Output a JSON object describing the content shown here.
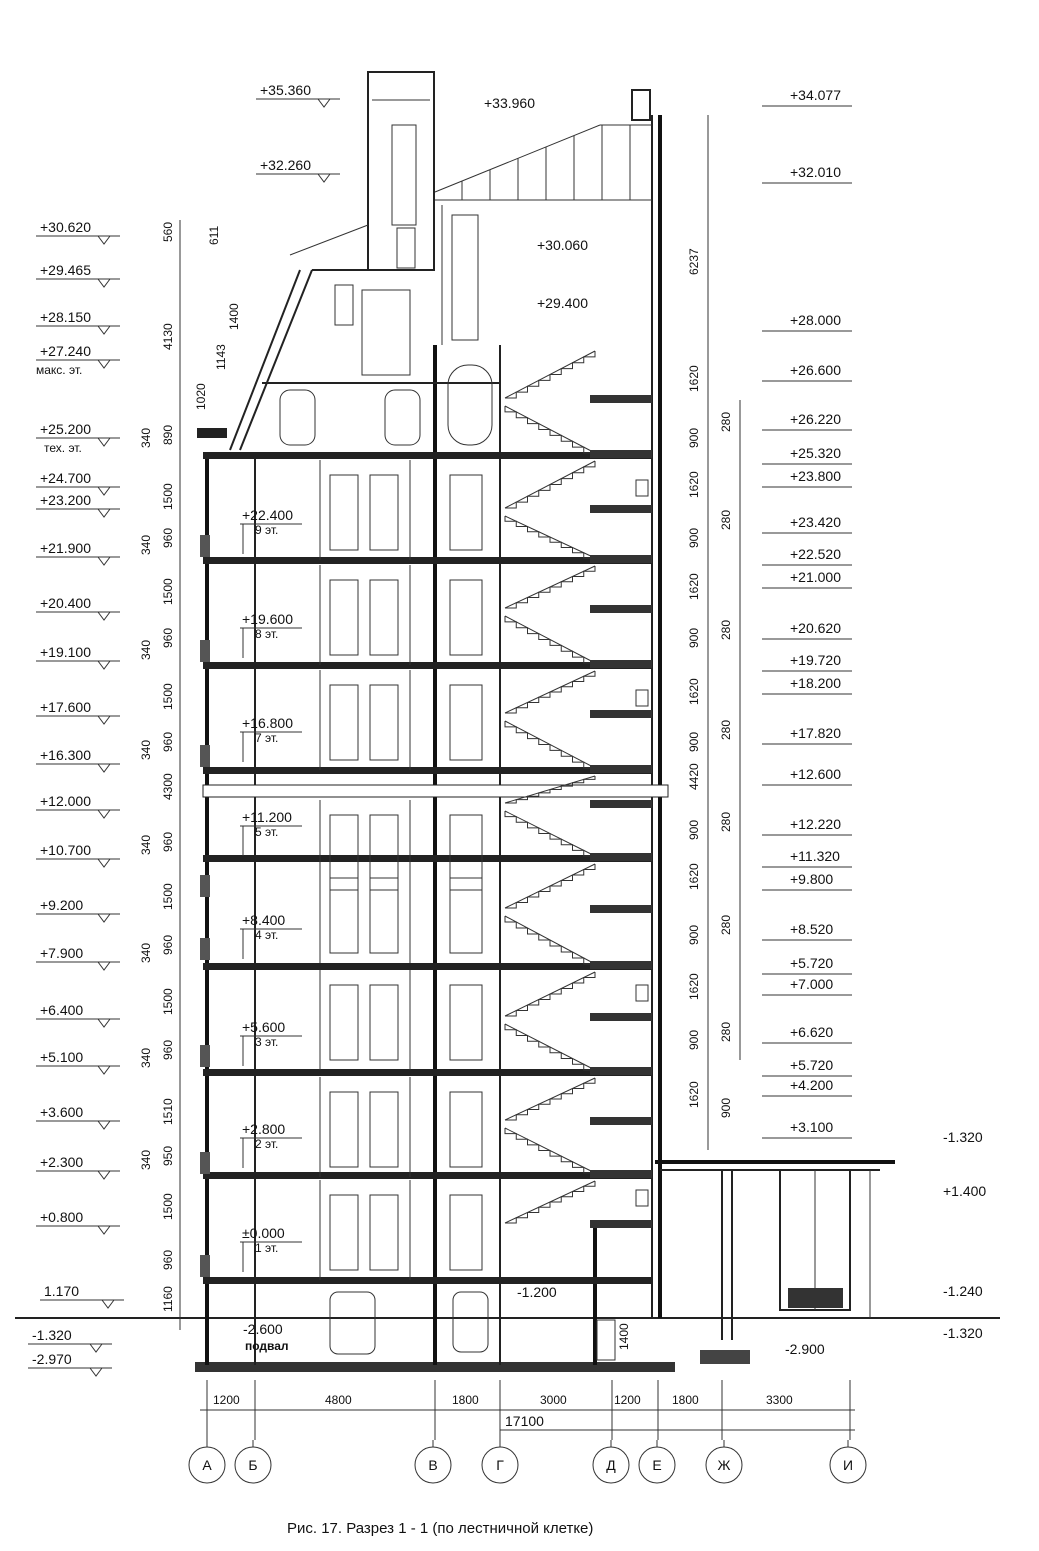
{
  "caption": "Рис. 17.  Разрез 1 - 1  (по лестничной клетке)",
  "left_elevations": [
    "+35.360",
    "+32.260",
    "+30.620",
    "+29.465",
    "+28.150",
    "+27.240",
    "+25.200",
    "+24.700",
    "+23.200",
    "+21.900",
    "+20.400",
    "+19.100",
    "+17.600",
    "+16.300",
    "+12.000",
    "+10.700",
    "+9.200",
    "+7.900",
    "+6.400",
    "+5.100",
    "+3.600",
    "+2.300",
    "+0.800",
    "1.170",
    "-1.320",
    "-2.970"
  ],
  "left_notes": {
    "max_floor": "макс. эт.",
    "tech_floor": "тех. эт."
  },
  "right_elevations": [
    "+34.077",
    "+32.010",
    "+28.000",
    "+26.600",
    "+26.220",
    "+25.320",
    "+23.800",
    "+23.420",
    "+22.520",
    "+21.000",
    "+20.620",
    "+19.720",
    "+18.200",
    "+17.820",
    "+12.600",
    "+12.220",
    "+11.320",
    "+9.800",
    "+8.520",
    "+5.720",
    "+7.000",
    "+6.620",
    "+5.720",
    "+4.200",
    "+3.100"
  ],
  "interior_elevations": [
    "+33.960",
    "+30.060",
    "+29.400",
    "-1.200",
    "-2.900"
  ],
  "outer_right_elevations": [
    "-1.320",
    "+1.400",
    "-1.240",
    "-1.320"
  ],
  "floors": [
    {
      "level": "+22.400",
      "name": "9 эт."
    },
    {
      "level": "+19.600",
      "name": "8 эт."
    },
    {
      "level": "+16.800",
      "name": "7 эт."
    },
    {
      "level": "+11.200",
      "name": "5 эт."
    },
    {
      "level": "+8.400",
      "name": "4 эт."
    },
    {
      "level": "+5.600",
      "name": "3 эт."
    },
    {
      "level": "+2.800",
      "name": "2 эт."
    },
    {
      "level": "±0.000",
      "name": "1 эт."
    }
  ],
  "basement": {
    "level": "-2.600",
    "name": "подвал"
  },
  "left_dims": [
    "560",
    "4130",
    "340",
    "890",
    "1500",
    "340",
    "960",
    "1500",
    "340",
    "960",
    "1500",
    "340",
    "960",
    "4300",
    "340",
    "960",
    "1500",
    "340",
    "960",
    "1500",
    "340",
    "960",
    "1510",
    "340",
    "950",
    "1500",
    "960",
    "1160"
  ],
  "roof_dims": [
    "611",
    "1400",
    "1143",
    "1020"
  ],
  "right_dims": [
    "6237",
    "1620",
    "900",
    "280",
    "1620",
    "900",
    "280",
    "1620",
    "900",
    "280",
    "1620",
    "900",
    "280",
    "4420",
    "900",
    "280",
    "1620",
    "900",
    "280",
    "1620",
    "900",
    "280",
    "1620",
    "900",
    "1400"
  ],
  "bottom_dims": [
    "1200",
    "4800",
    "1800",
    "3000",
    "1200",
    "1800",
    "3300"
  ],
  "total_dim": "17100",
  "axes": [
    "А",
    "Б",
    "В",
    "Г",
    "Д",
    "Е",
    "Ж",
    "И"
  ]
}
